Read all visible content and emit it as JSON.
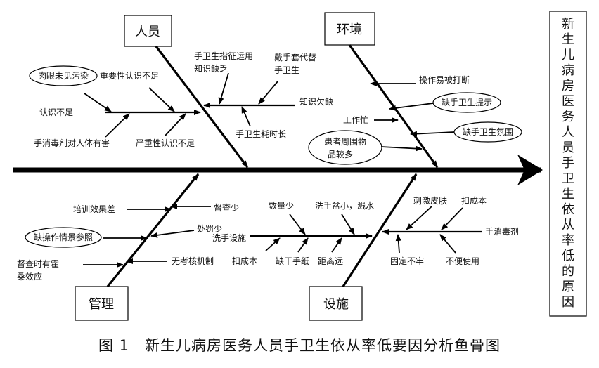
{
  "categories": {
    "personnel": "人员",
    "environment": "环境",
    "management": "管理",
    "facilities": "设施"
  },
  "effect": "新生儿病房医务人员手卫生依从率低的原因",
  "caption": "图 1　新生儿病房医务人员手卫生依从率低要因分析鱼骨图",
  "personnel": {
    "visible_dirt": "肉眼未见污染",
    "importance_unaware": "重要性认识不足",
    "awareness_low": "认识不足",
    "disinfectant_harmful": "手消毒剂对人体有害",
    "severity_unaware": "严重性认识不足",
    "indication_lines": [
      "手卫生指征运用",
      "知识缺乏"
    ],
    "gloves_lines": [
      "戴手套代替",
      "手卫生"
    ],
    "knowledge_lack": "知识欠缺",
    "time_long": "手卫生耗时长"
  },
  "environment": {
    "interrupted": "操作易被打断",
    "no_reminder": "缺手卫生提示",
    "busy": "工作忙",
    "no_atmosphere": "缺手卫生氛围",
    "items_lines": [
      "患者周围物",
      "品较多"
    ]
  },
  "management": {
    "training_poor": "培训效果差",
    "supervision_low": "督查少",
    "punishment_low": "处罚少",
    "no_scenario_ref": "缺操作情景参照",
    "hawthorne_lines": [
      "督查时有霍",
      "桑效应"
    ],
    "no_assessment": "无考核机制"
  },
  "facilities": {
    "quantity_low": "数量少",
    "sink_lines": [
      "洗手盆小，溅水"
    ],
    "handwash_facility": "洗手设施",
    "cost_deduct_1": "扣成本",
    "lack_towels": "缺干手纸",
    "distance_far": "距离远",
    "skin_irritation": "刺激皮肤",
    "cost_deduct_2": "扣成本",
    "hand_disinfectant": "手消毒剂",
    "not_fixed": "固定不牢",
    "inconvenient": "不便使用"
  }
}
